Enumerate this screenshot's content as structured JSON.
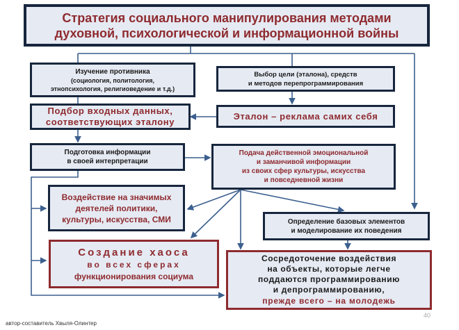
{
  "title": {
    "lines": [
      "Стратегия  социального  манипулирования  методами",
      "духовной,  психологической  и  информационной  войны"
    ]
  },
  "boxes": {
    "study_enemy": {
      "lines": [
        "Изучение  противника",
        "(социология,  политология,",
        "этнопсихология,  религиоведение  и  т.д.)"
      ]
    },
    "choose_target": {
      "lines": [
        "Выбор  цели  (эталона),  средств",
        "и  методов  перепрограммирования"
      ]
    },
    "select_input": {
      "lines": [
        "Подбор  входных  данных,",
        "соответствующих  эталону"
      ]
    },
    "etalon": {
      "lines": [
        "Эталон  –  реклама  самих  себя"
      ]
    },
    "prepare_info": {
      "lines": [
        "Подготовка  информации",
        "в  своей  интерпретации"
      ]
    },
    "deliver_info": {
      "lines": [
        "Подача  действенной  эмоциональной",
        "и  заманчивой  информации",
        "из  своих  сфер  культуры,  искусства",
        "и  повседневной  жизни"
      ]
    },
    "influence_figures": {
      "lines": [
        "Воздействие  на  значимых",
        "деятелей  политики,",
        "культуры,  искусства,  СМИ"
      ]
    },
    "base_elements": {
      "lines": [
        "Определение  базовых  элементов",
        "и  моделирование  их  поведения"
      ]
    },
    "chaos": {
      "lines": [
        "Создание   хаоса",
        "во   всех   сферах",
        "функционирования  социума"
      ]
    },
    "focus": {
      "lines": [
        "Сосредоточение  воздействия",
        "на  объекты,  которые  легче",
        "поддаются  программированию",
        "и  депрограммированию,"
      ],
      "highlight": "прежде  всего – на  молодежь"
    }
  },
  "footer": {
    "author": "автор-составитель Хвыля-Олинтер",
    "page_number": "40"
  },
  "colors": {
    "box_fill": "#e6eaf3",
    "dark_border": "#17263d",
    "red_border": "#8e2b2f",
    "red_text": "#8e2b2f",
    "connector": "#3b5f8e"
  }
}
